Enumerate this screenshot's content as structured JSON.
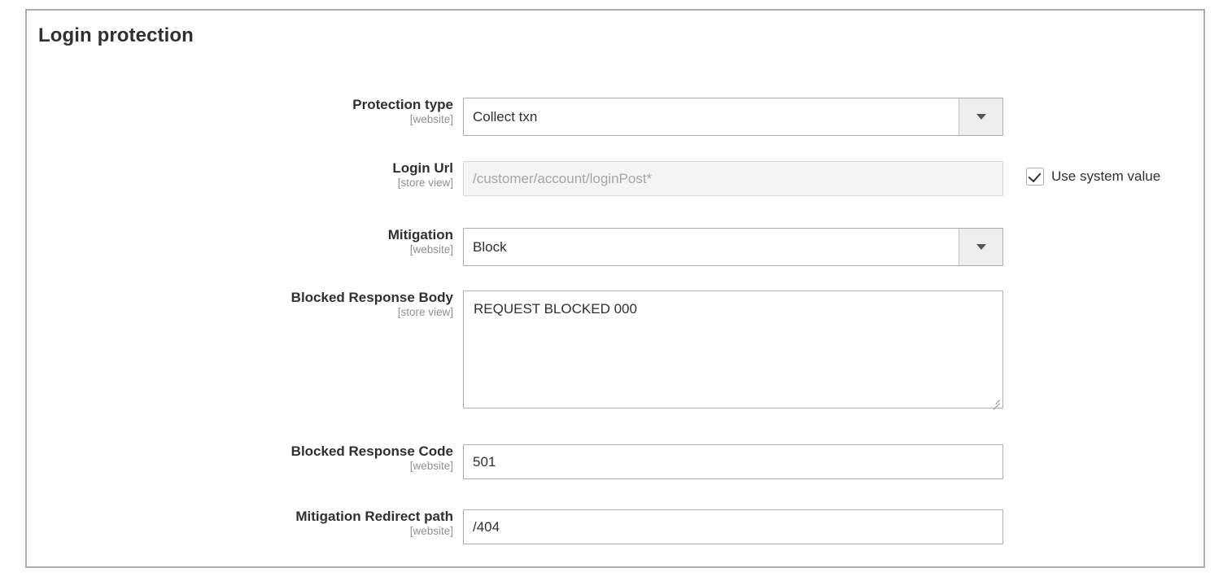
{
  "panel": {
    "title": "Login protection"
  },
  "scopes": {
    "website": "[website]",
    "store_view": "[store view]"
  },
  "fields": {
    "protection_type": {
      "label": "Protection type",
      "scope": "[website]",
      "type": "select",
      "value": "Collect txn"
    },
    "login_url": {
      "label": "Login Url",
      "scope": "[store view]",
      "type": "text",
      "value": "/customer/account/loginPost*",
      "disabled": true,
      "use_system_value_label": "Use system value",
      "use_system_value_checked": true
    },
    "mitigation": {
      "label": "Mitigation",
      "scope": "[website]",
      "type": "select",
      "value": "Block"
    },
    "blocked_response_body": {
      "label": "Blocked Response Body",
      "scope": "[store view]",
      "type": "textarea",
      "value": "REQUEST BLOCKED 000"
    },
    "blocked_response_code": {
      "label": "Blocked Response Code",
      "scope": "[website]",
      "type": "text",
      "value": "501"
    },
    "mitigation_redirect_path": {
      "label": "Mitigation Redirect path",
      "scope": "[website]",
      "type": "text",
      "value": "/404"
    }
  },
  "icons": {
    "dropdown": "chevron-down-icon",
    "resize": "resize-grip-icon",
    "check": "check-icon"
  },
  "colors": {
    "panel_border": "#adadad",
    "text": "#303030",
    "scope_text": "#919191",
    "input_border": "#adadad",
    "disabled_bg": "#f4f4f4",
    "disabled_text": "#a6a6a6",
    "select_button_bg": "#ededed"
  }
}
